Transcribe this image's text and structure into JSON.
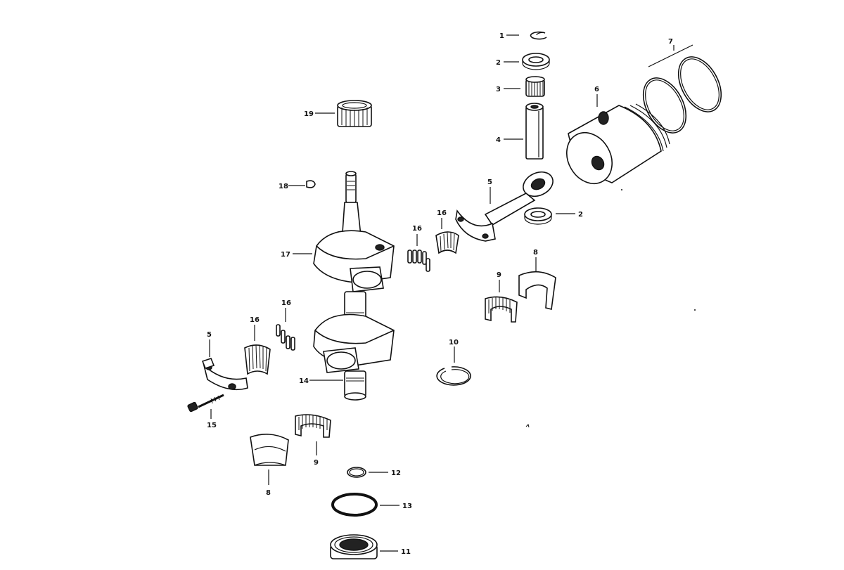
{
  "diagram": {
    "colors": {
      "ink": "#111111",
      "paper": "#ffffff"
    },
    "callouts": {
      "c1": "1",
      "c2a": "2",
      "c3": "3",
      "c4": "4",
      "c5a": "5",
      "c6": "6",
      "c7": "7",
      "c2b": "2",
      "c16a": "16",
      "c16b": "16",
      "c8a": "8",
      "c9a": "9",
      "c17": "17",
      "c18": "18",
      "c19": "19",
      "c16c": "16",
      "c16d": "16",
      "c5b": "5",
      "c10": "10",
      "c14": "14",
      "c15": "15",
      "c9b": "9",
      "c8b": "8",
      "c12": "12",
      "c13": "13",
      "c11": "11"
    }
  }
}
